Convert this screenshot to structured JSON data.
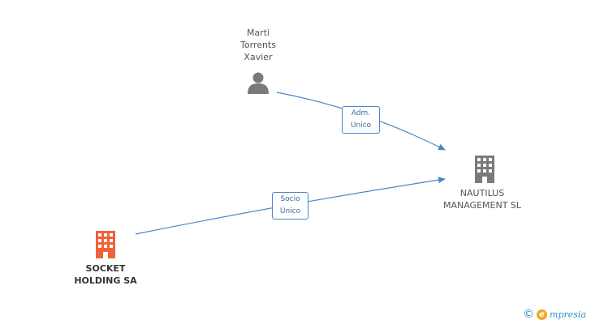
{
  "nodes": {
    "person": {
      "lines": [
        "Marti",
        "Torrents",
        "Xavier"
      ],
      "icon": "person-icon",
      "color": "#7a7a7a"
    },
    "nautilus": {
      "lines": [
        "NAUTILUS",
        "MANAGEMENT SL"
      ],
      "icon": "building-icon",
      "color": "#7a7a7a"
    },
    "socket": {
      "lines": [
        "SOCKET",
        "HOLDING SA"
      ],
      "icon": "building-icon",
      "color": "#f0623a"
    }
  },
  "edges": [
    {
      "from": "person",
      "to": "nautilus",
      "label": [
        "Adm.",
        "Unico"
      ]
    },
    {
      "from": "socket",
      "to": "nautilus",
      "label": [
        "Socio",
        "Único"
      ]
    }
  ],
  "colors": {
    "edge": "#4a86c8",
    "accent": "#f0623a",
    "brand": "#2a8fbf"
  },
  "footer": {
    "copyright": "©",
    "brand_initial": "e",
    "brand_rest": "mpresia"
  }
}
